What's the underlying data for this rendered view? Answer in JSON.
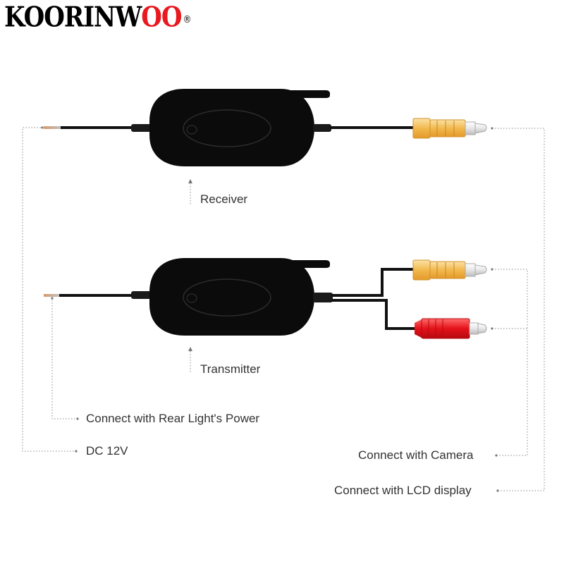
{
  "brand": {
    "name": "Koorinwoo",
    "registered_mark": "®",
    "accent_color": "#e8191f"
  },
  "components": [
    {
      "id": "receiver",
      "label": "Receiver"
    },
    {
      "id": "transmitter",
      "label": "Transmitter"
    }
  ],
  "connections": {
    "rear_light": "Connect with Rear Light's Power",
    "dc": "DC 12V",
    "camera": "Connect with Camera",
    "lcd": "Connect with LCD display"
  },
  "colors": {
    "module_body": "#0b0b0b",
    "cable": "#111111",
    "yellow_rca": "#f6c35a",
    "red_rca": "#e4121a",
    "leader_line": "#888888"
  }
}
